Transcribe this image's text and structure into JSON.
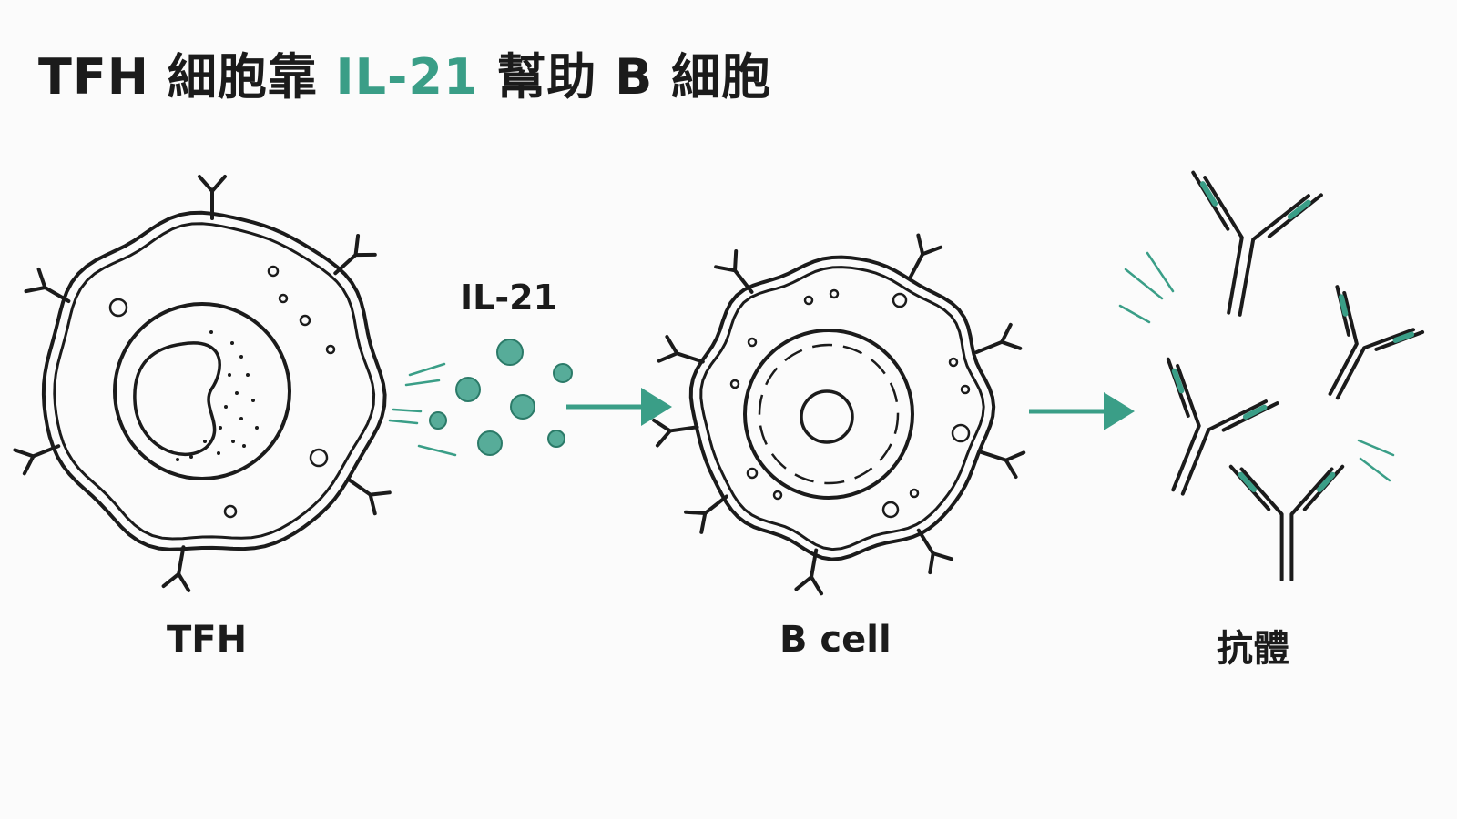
{
  "colors": {
    "accent": "#3a9e87",
    "ink": "#1b1b1b",
    "background": "#fbfbfb"
  },
  "title": {
    "part1": "TFH 細胞靠 ",
    "highlight": "IL-21",
    "part2": " 幫助 B 細胞"
  },
  "labels": {
    "tfh": "TFH",
    "cytokine": "IL-21",
    "b_cell": "B cell",
    "antibody": "抗體"
  },
  "icons": [
    "tfh-cell-icon",
    "il21-molecule-icon",
    "arrow-right-icon",
    "b-cell-icon",
    "antibody-icon"
  ]
}
